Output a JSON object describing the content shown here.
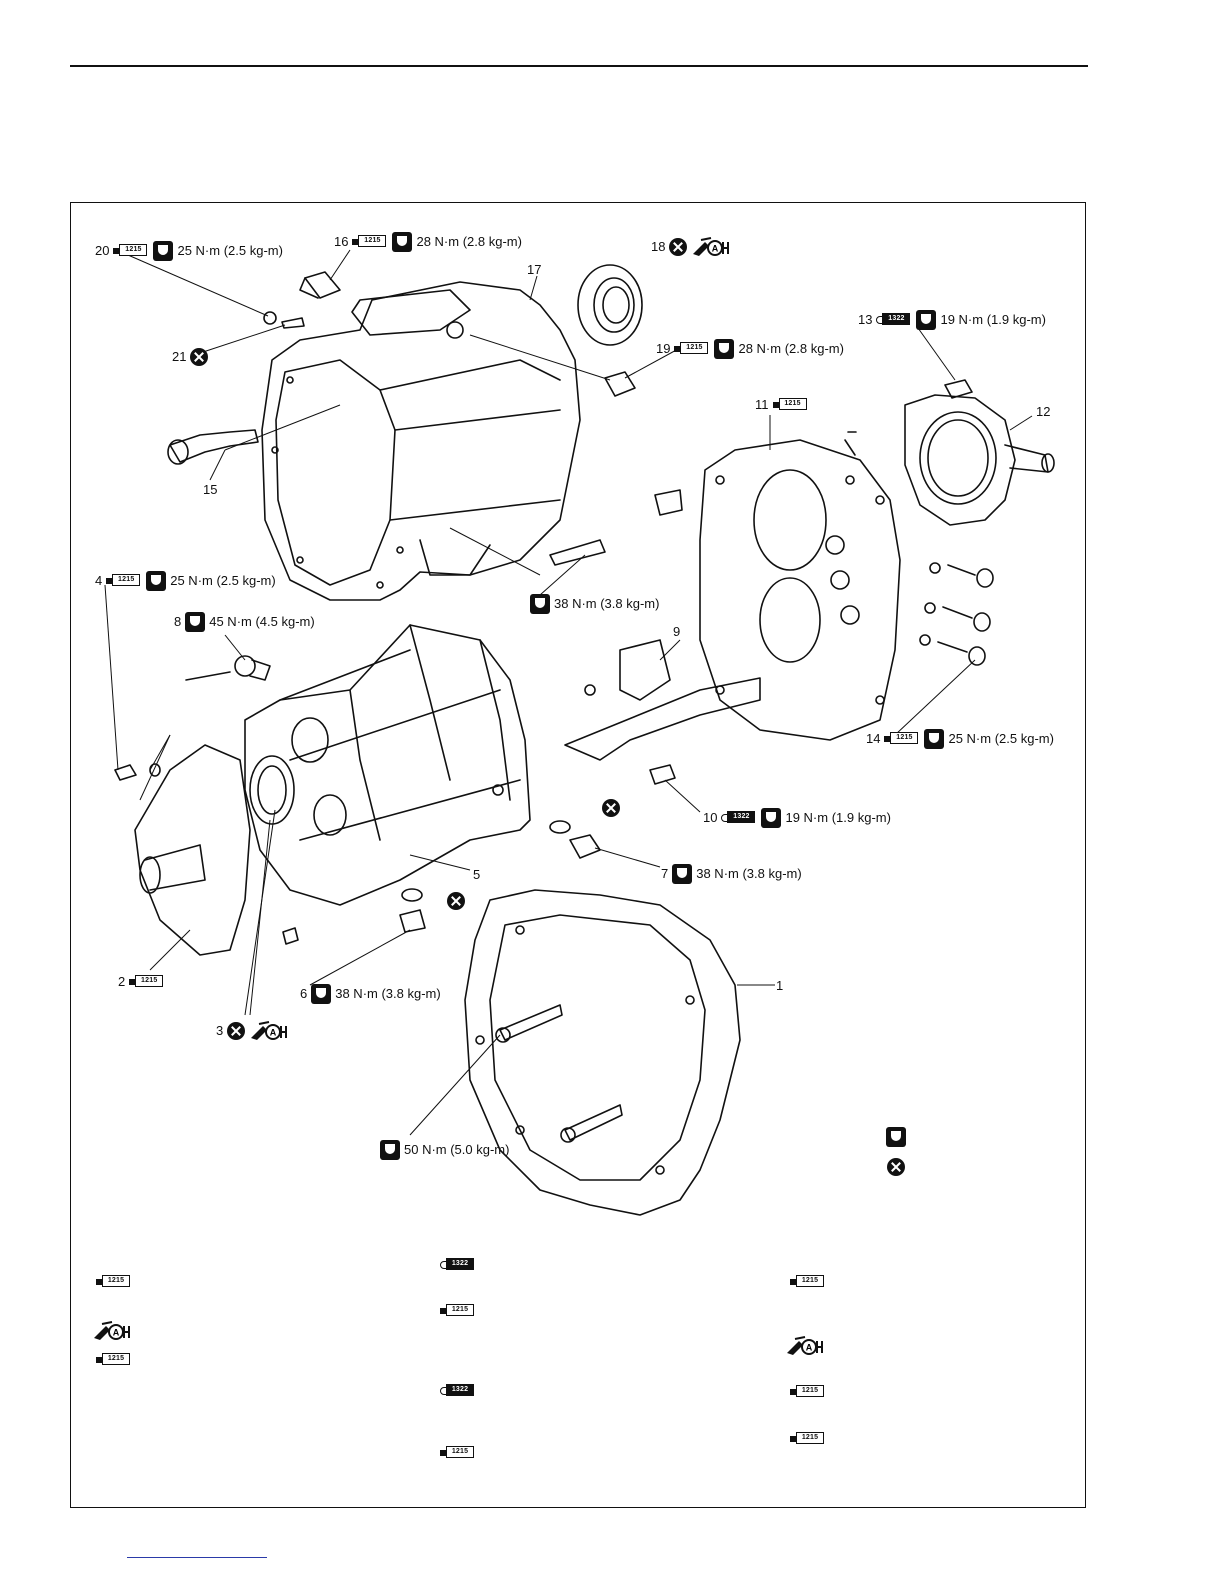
{
  "sealant_codes": {
    "a": "1215",
    "b": "1322"
  },
  "callouts": {
    "c20": {
      "num": "20",
      "torque": "25 N·m (2.5 kg-m)"
    },
    "c16": {
      "num": "16",
      "torque": "28 N·m (2.8 kg-m)"
    },
    "c17": {
      "num": "17"
    },
    "c18": {
      "num": "18"
    },
    "c21": {
      "num": "21"
    },
    "c19": {
      "num": "19",
      "torque": "28 N·m (2.8 kg-m)"
    },
    "c13": {
      "num": "13",
      "torque": "19 N·m (1.9 kg-m)"
    },
    "c12": {
      "num": "12"
    },
    "c11": {
      "num": "11"
    },
    "c15": {
      "num": "15"
    },
    "c4": {
      "num": "4",
      "torque": "25 N·m (2.5 kg-m)"
    },
    "c38a": {
      "torque": "38 N·m (3.8 kg-m)"
    },
    "c8": {
      "num": "8",
      "torque": "45 N·m (4.5 kg-m)"
    },
    "c9": {
      "num": "9"
    },
    "c14": {
      "num": "14",
      "torque": "25 N·m (2.5 kg-m)"
    },
    "c10": {
      "num": "10",
      "torque": "19 N·m (1.9 kg-m)"
    },
    "c7": {
      "num": "7",
      "torque": "38 N·m (3.8 kg-m)"
    },
    "c5": {
      "num": "5"
    },
    "c1": {
      "num": "1"
    },
    "c2": {
      "num": "2"
    },
    "c6": {
      "num": "6",
      "torque": "38 N·m (3.8 kg-m)"
    },
    "c3": {
      "num": "3"
    },
    "c50": {
      "torque": "50 N·m (5.0 kg-m)"
    }
  },
  "colors": {
    "ink": "#111111",
    "link": "#2a3aa8"
  }
}
